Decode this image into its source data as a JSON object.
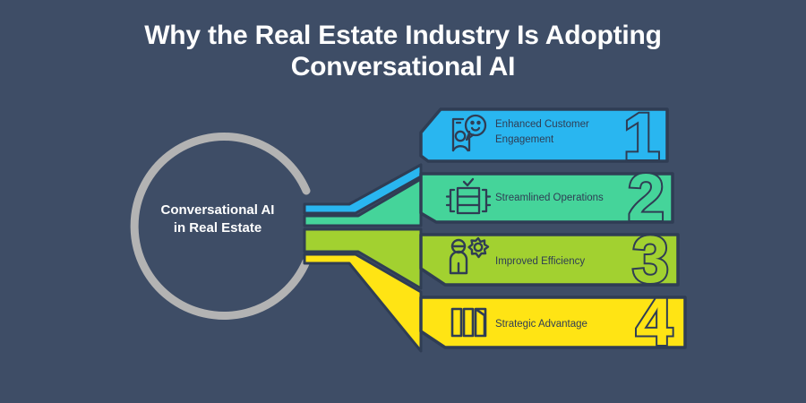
{
  "title": {
    "line1": "Why the Real Estate Industry Is Adopting",
    "line2": "Conversational AI"
  },
  "hub": {
    "line1": "Conversational AI",
    "line2": "in Real Estate",
    "ring_color": "#b3b3b3"
  },
  "background_color": "#3e4d66",
  "outline_color": "#2f3d54",
  "items": [
    {
      "number": "1",
      "label_line1": "Enhanced Customer",
      "label_line2": "Engagement",
      "color": "#29b6f0",
      "icon": "person-speech-bubble-icon"
    },
    {
      "number": "2",
      "label_line1": "Streamlined Operations",
      "label_line2": "",
      "color": "#45d49a",
      "icon": "workflow-check-icon"
    },
    {
      "number": "3",
      "label_line1": "Improved Efficiency",
      "label_line2": "",
      "color": "#a2d130",
      "icon": "person-gear-icon"
    },
    {
      "number": "4",
      "label_line1": "Strategic Advantage",
      "label_line2": "",
      "color": "#ffe414",
      "icon": "bar-chart-icon"
    }
  ]
}
